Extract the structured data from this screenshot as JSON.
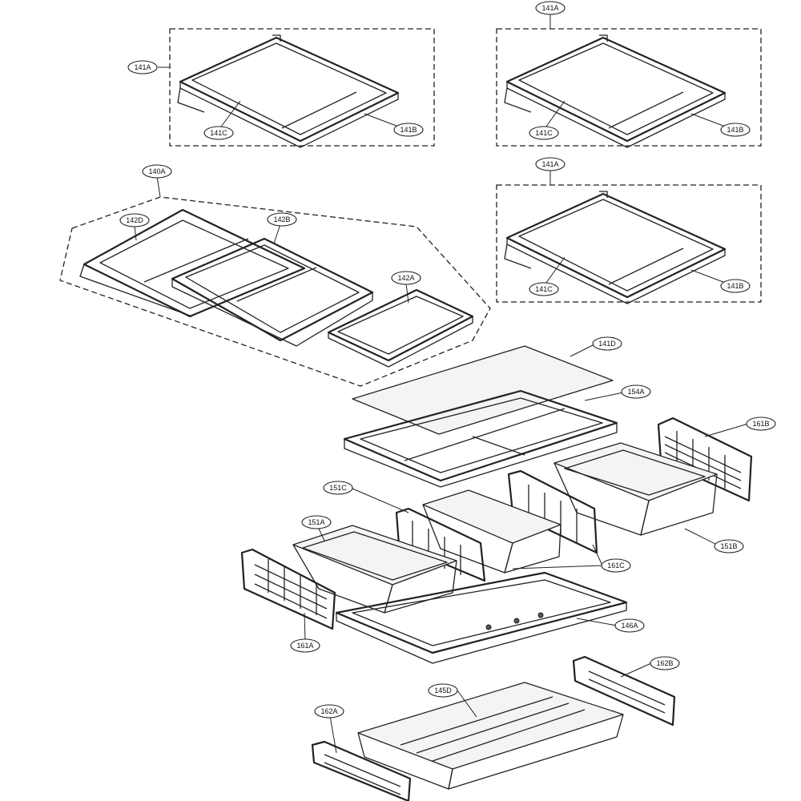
{
  "callouts": {
    "c141a_1": "141A",
    "c141c_1": "141C",
    "c141b_1": "141B",
    "c141a_2": "141A",
    "c141c_2": "141C",
    "c141b_2": "141B",
    "c141a_3": "141A",
    "c141c_3": "141C",
    "c141b_3": "141B",
    "c140a": "140A",
    "c142d": "142D",
    "c142b": "142B",
    "c142a": "142A",
    "c141d": "141D",
    "c154a": "154A",
    "c161b": "161B",
    "c151c": "151C",
    "c151a": "151A",
    "c151b": "151B",
    "c161c": "161C",
    "c146a": "146A",
    "c161a": "161A",
    "c162b": "162B",
    "c145d": "145D",
    "c162a": "162A"
  }
}
